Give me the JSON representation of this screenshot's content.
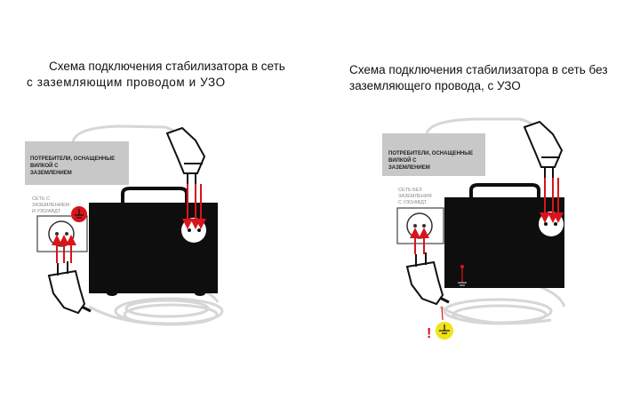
{
  "left_diagram": {
    "title_line1": "Схема подключения стабилизатора в сеть",
    "title_line2": "с заземляющим проводом и УЗО",
    "consumers_line1": "ПОТРЕБИТЕЛИ, ОСНАЩЕННЫЕ",
    "consumers_line2": "ВИЛКОЙ С",
    "consumers_line3": "ЗАЗЕМЛЕНИЕМ",
    "network_line1": "СЕТЬ С",
    "network_line2": "ЗАЗЕМЛЕНИЕМ",
    "network_line3": "И УЗО/АВДТ"
  },
  "right_diagram": {
    "title_line1": "Схема подключения стабилизатора в сеть без",
    "title_line2": "заземляющего провода, с УЗО",
    "consumers_line1": "ПОТРЕБИТЕЛИ, ОСНАЩЕННЫЕ",
    "consumers_line2": "ВИЛКОЙ С",
    "consumers_line3": "ЗАЗЕМЛЕНИЕМ",
    "network_line1": "СЕТЬ БЕЗ",
    "network_line2": "ЗАЗЕМЛЕНИЯ",
    "network_line3": "С УЗО/АВДТ",
    "warning_mark": "!"
  },
  "colors": {
    "arrow": "#d9141b",
    "ground_red": "#d9141b",
    "ground_yellow": "#f2e21b",
    "device": "#0e0e0e",
    "label_box": "#c8c8c8",
    "cable": "#d6d6d6"
  }
}
